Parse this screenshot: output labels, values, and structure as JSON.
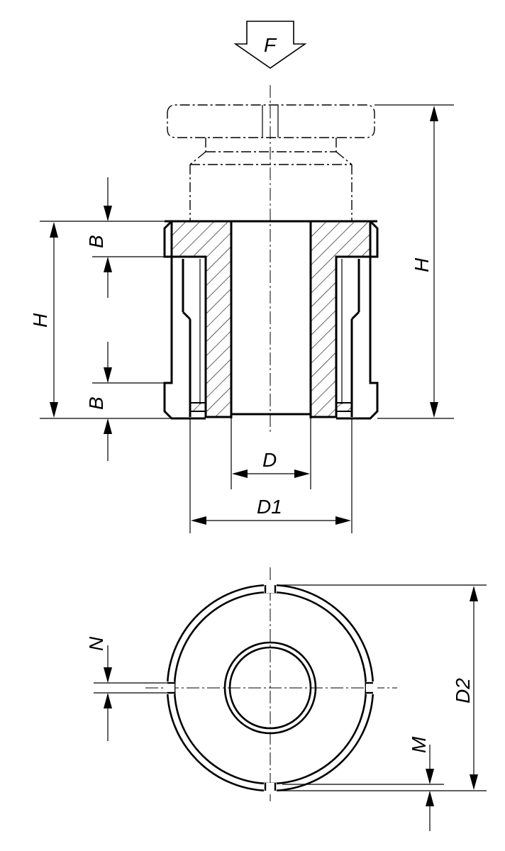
{
  "drawing": {
    "labels": {
      "force": "F",
      "height_left": "H",
      "height_right": "H",
      "b_top": "B",
      "b_bottom": "B",
      "d": "D",
      "d1": "D1",
      "d2": "D2",
      "n": "N",
      "m": "M"
    }
  }
}
